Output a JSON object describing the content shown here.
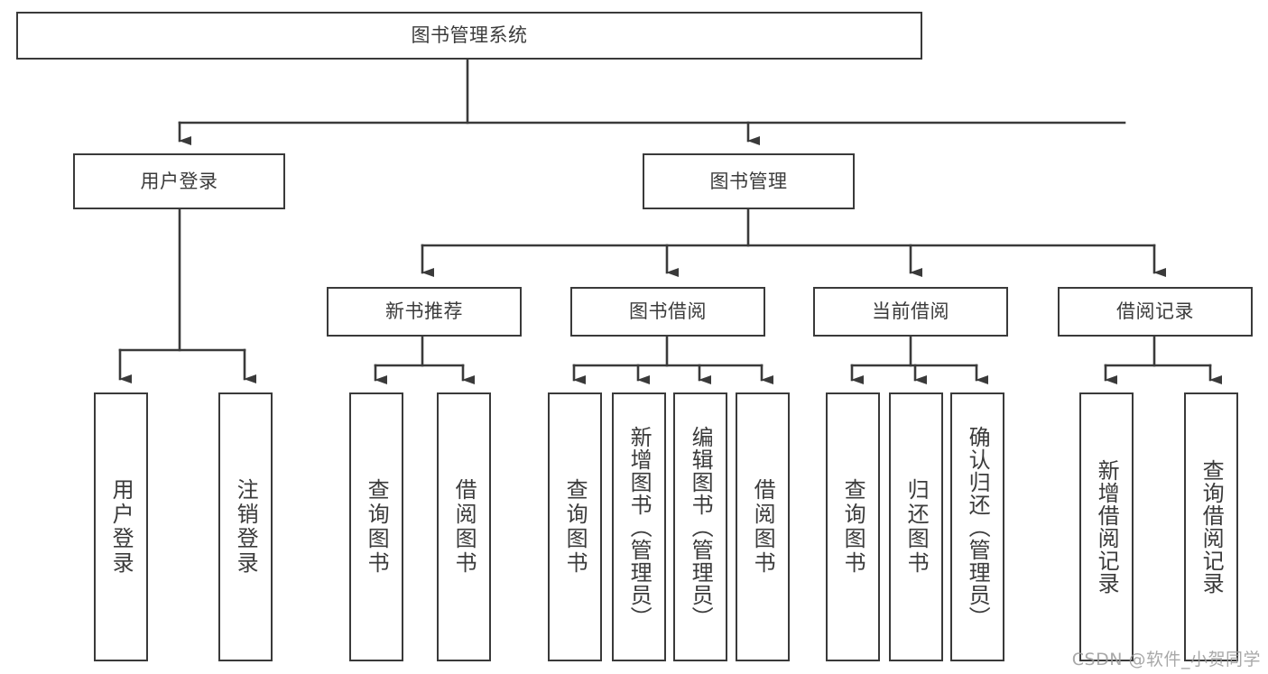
{
  "diagram": {
    "type": "tree-hierarchy",
    "title": "图书管理系统",
    "line_color": "#3a3a3a",
    "box_fill": "#ffffff",
    "text_color": "#3b3b3b",
    "watermark": "CSDN @软件_小贺同学",
    "levels": 4
  },
  "nodes": {
    "root": {
      "label": "图书管理系统"
    },
    "level2": [
      {
        "id": "user-login",
        "label": "用户登录"
      },
      {
        "id": "book-management",
        "label": "图书管理"
      }
    ],
    "level3": [
      {
        "id": "new-book-recommend",
        "label": "新书推荐",
        "parent": "book-management"
      },
      {
        "id": "book-borrow",
        "label": "图书借阅",
        "parent": "book-management"
      },
      {
        "id": "current-borrow",
        "label": "当前借阅",
        "parent": "book-management"
      },
      {
        "id": "borrow-record",
        "label": "借阅记录",
        "parent": "book-management"
      }
    ],
    "leaves": {
      "user_login": [
        {
          "id": "leaf-user-login",
          "label": "用户登录"
        },
        {
          "id": "leaf-user-logout",
          "label": "注销登录"
        }
      ],
      "new_book_recommend": [
        {
          "id": "leaf-query-book-1",
          "label": "查询图书"
        },
        {
          "id": "leaf-borrow-book-1",
          "label": "借阅图书"
        }
      ],
      "book_borrow": [
        {
          "id": "leaf-query-book-2",
          "label": "查询图书"
        },
        {
          "id": "leaf-add-book",
          "label": "新增图书（管理员）"
        },
        {
          "id": "leaf-edit-book",
          "label": "编辑图书（管理员）"
        },
        {
          "id": "leaf-borrow-book-2",
          "label": "借阅图书"
        }
      ],
      "current_borrow": [
        {
          "id": "leaf-query-book-3",
          "label": "查询图书"
        },
        {
          "id": "leaf-return-book",
          "label": "归还图书"
        },
        {
          "id": "leaf-confirm-return",
          "label": "确认归还（管理员）"
        }
      ],
      "borrow_record": [
        {
          "id": "leaf-add-record",
          "label": "新增借阅记录"
        },
        {
          "id": "leaf-query-record",
          "label": "查询借阅记录"
        }
      ]
    }
  }
}
